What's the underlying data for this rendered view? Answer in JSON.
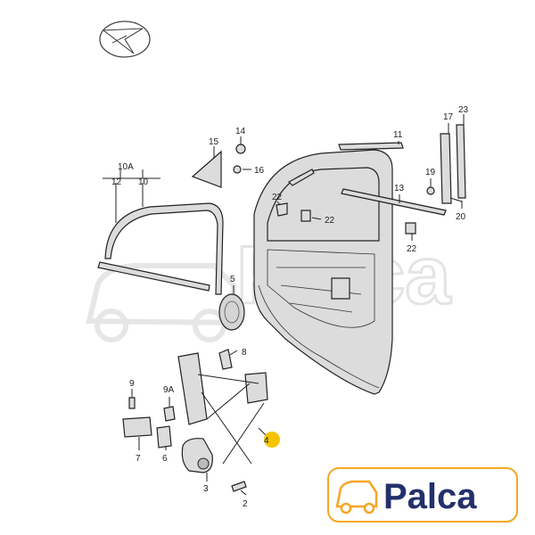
{
  "callouts": {
    "p2": "2",
    "p3": "3",
    "p4": "4",
    "p5": "5",
    "p6": "6",
    "p7": "7",
    "p8": "8",
    "p9": "9",
    "p9a": "9A",
    "p10": "10",
    "p10a": "10A",
    "p11": "11",
    "p12": "12",
    "p13": "13",
    "p14": "14",
    "p15": "15",
    "p16": "16",
    "p17": "17",
    "p19": "19",
    "p20": "20",
    "p22a": "22",
    "p22b": "22",
    "p22c": "22",
    "p23": "23"
  },
  "highlight_color": "#f5c400",
  "logo": {
    "text": "Palca",
    "brand_color": "#24306b",
    "accent_color": "#f5a623"
  },
  "watermark": {
    "text": "Palca"
  }
}
